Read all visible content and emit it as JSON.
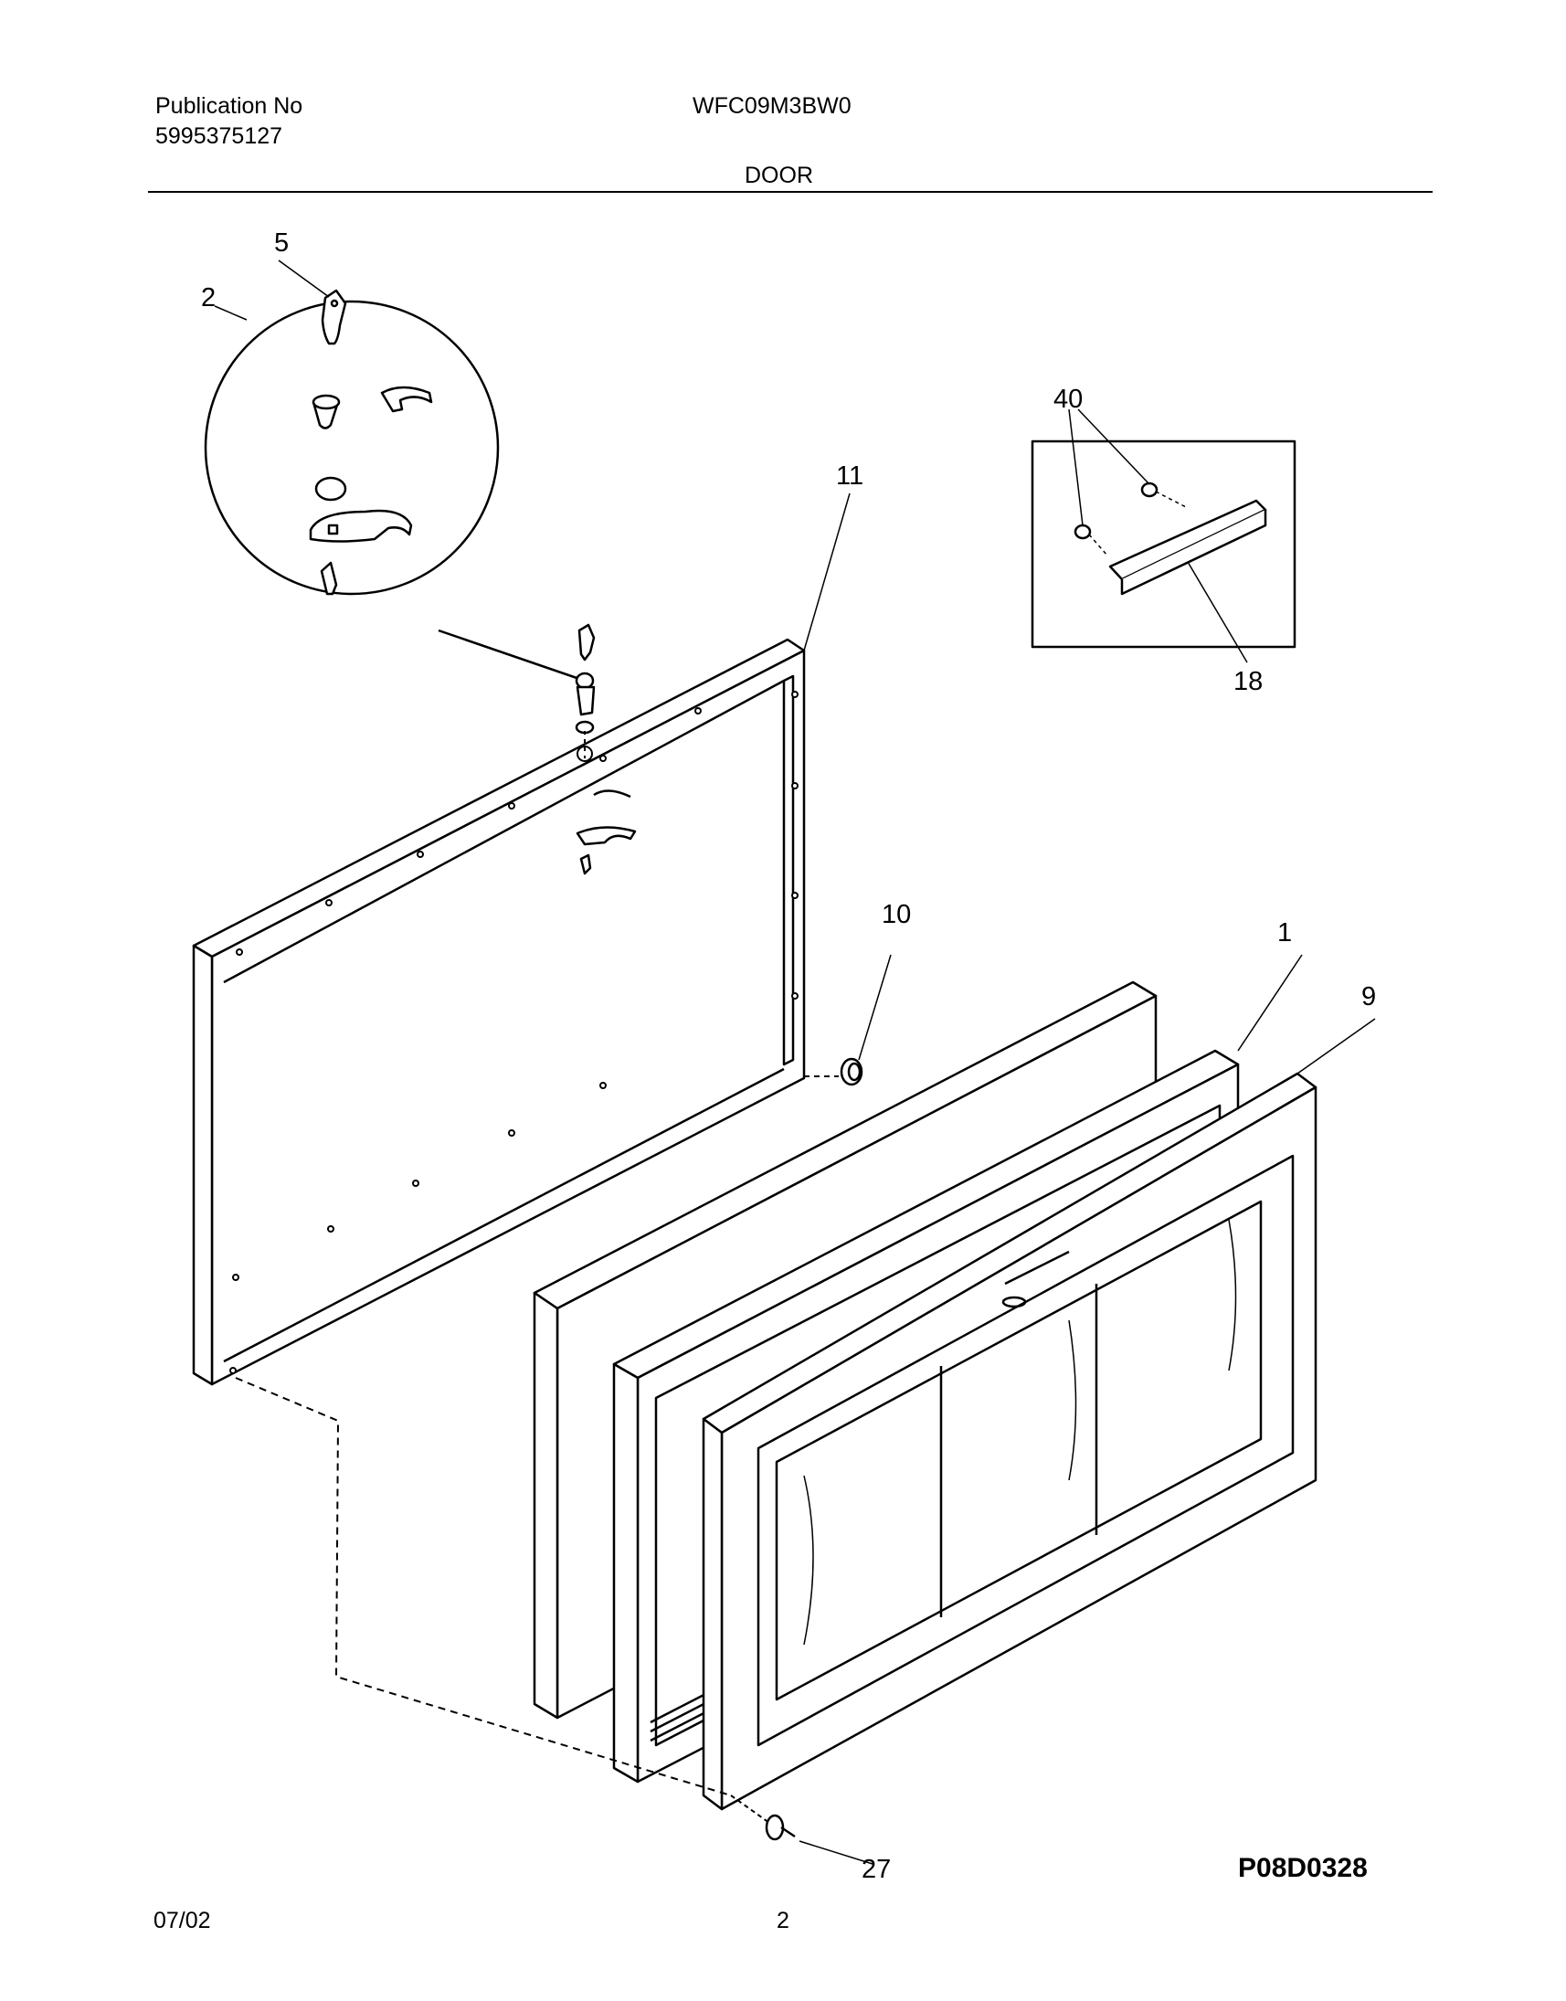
{
  "header": {
    "publication_label": "Publication No",
    "publication_number": "5995375127",
    "model": "WFC09M3BW0",
    "section": "DOOR"
  },
  "footer": {
    "date": "07/02",
    "page": "2",
    "diagram_code": "P08D0328"
  },
  "callouts": {
    "c1": "1",
    "c2": "2",
    "c5": "5",
    "c9": "9",
    "c10": "10",
    "c11": "11",
    "c18": "18",
    "c27": "27",
    "c40": "40"
  }
}
